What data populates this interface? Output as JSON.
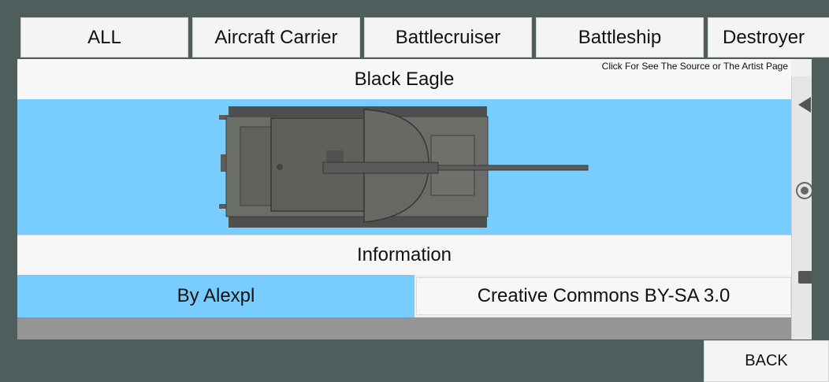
{
  "tabs": [
    "ALL",
    "Aircraft Carrier",
    "Battlecruiser",
    "Battleship",
    "Destroyer"
  ],
  "detail": {
    "source_link": "Click For See The Source or The Artist Page",
    "title": "Black Eagle",
    "information_label": "Information",
    "author": "By Alexpl",
    "license": "Creative Commons BY-SA 3.0"
  },
  "back_label": "BACK",
  "colors": {
    "highlight": "#78cdfe",
    "background": "#4e5e5d",
    "bottom_bar": "#959595"
  },
  "icons": [
    "play-left-icon",
    "radio-icon",
    "stop-square-icon"
  ]
}
